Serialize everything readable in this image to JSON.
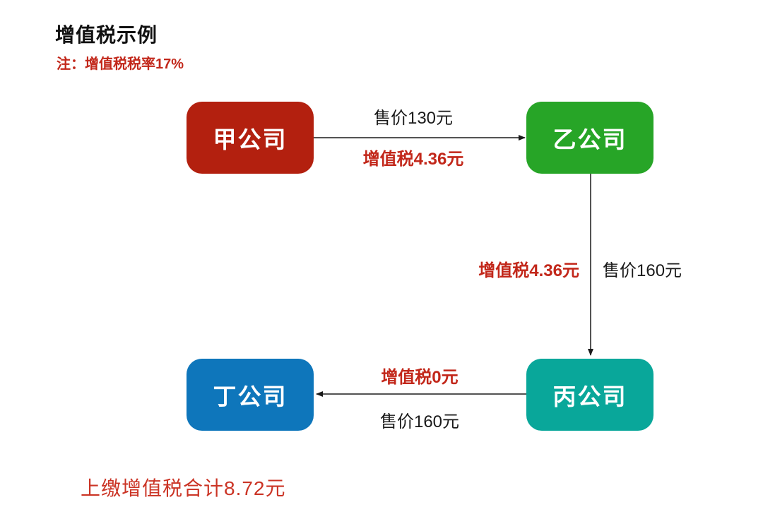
{
  "header": {
    "title": "增值税示例",
    "note": "注：增值税税率17%"
  },
  "colors": {
    "title_text": "#111111",
    "note_red": "#c2271a",
    "tax_label_red": "#c2271a",
    "price_label_black": "#1a1a1a",
    "summary_red": "#cb3425",
    "connector_black": "#1a1a1a",
    "node_text_white": "#ffffff"
  },
  "diagram": {
    "nodes": [
      {
        "id": "company-jia",
        "label": "甲公司",
        "color": "#b3200f"
      },
      {
        "id": "company-yi",
        "label": "乙公司",
        "color": "#27a527"
      },
      {
        "id": "company-bing",
        "label": "丙公司",
        "color": "#09a79a"
      },
      {
        "id": "company-ding",
        "label": "丁公司",
        "color": "#0e76bb"
      }
    ],
    "edges": [
      {
        "from": "甲公司",
        "to": "乙公司",
        "price_label": "售价130元",
        "tax_label": "增值税4.36元"
      },
      {
        "from": "乙公司",
        "to": "丙公司",
        "price_label": "售价160元",
        "tax_label": "增值税4.36元"
      },
      {
        "from": "丙公司",
        "to": "丁公司",
        "price_label": "售价160元",
        "tax_label": "增值税0元"
      }
    ]
  },
  "footer": {
    "summary": "上缴增值税合计8.72元"
  }
}
